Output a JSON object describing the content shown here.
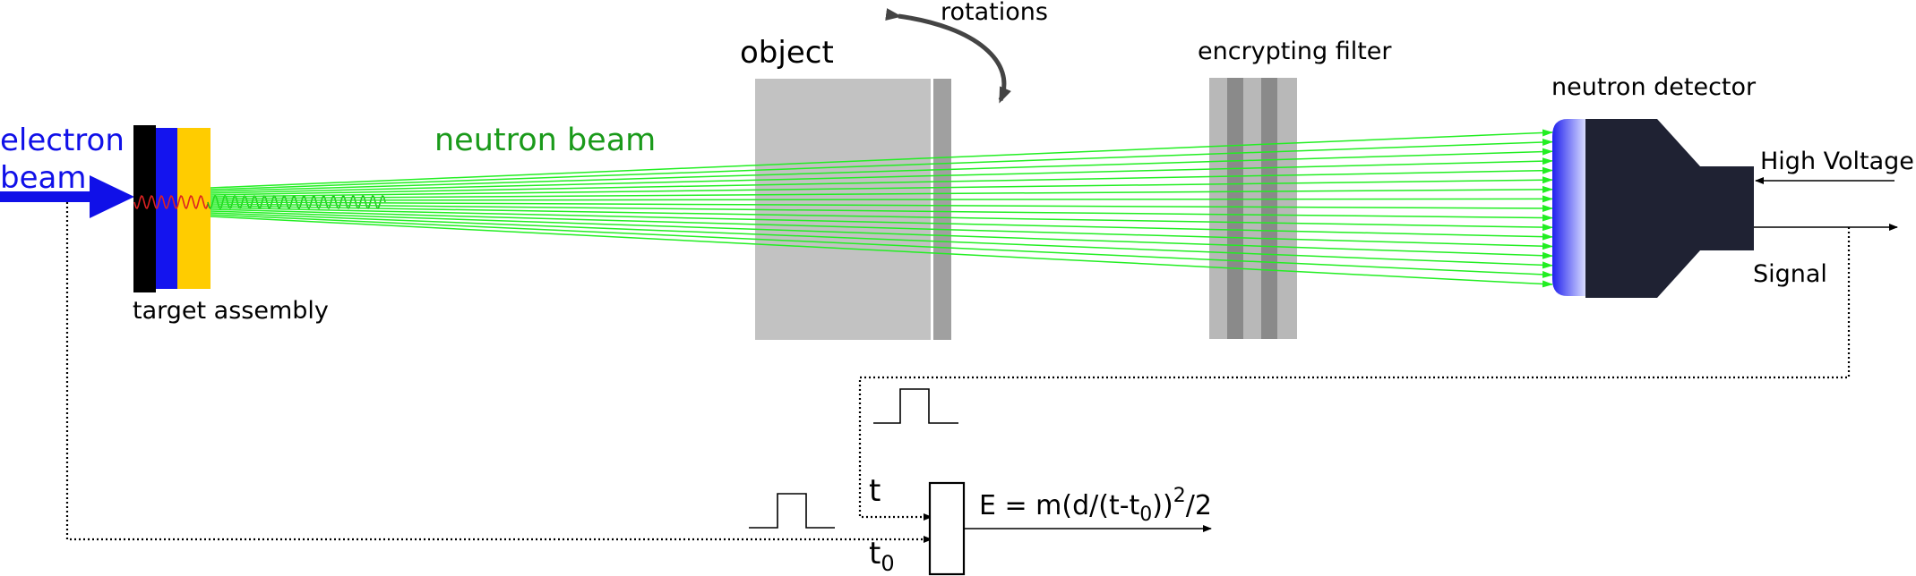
{
  "labels": {
    "electron_beam_line1": "electron",
    "electron_beam_line2": "beam",
    "target_assembly": "target assembly",
    "neutron_beam": "neutron beam",
    "object": "object",
    "rotations": "rotations",
    "encrypting_filter": "encrypting filter",
    "neutron_detector": "neutron detector",
    "high_voltage": "High Voltage",
    "signal": "Signal",
    "t": "t",
    "t0_base": "t",
    "t0_sub": "0",
    "formula_main": "E = m(d/(t-t",
    "formula_sub": "0",
    "formula_close": "))",
    "formula_sup": "2",
    "formula_tail": "/2"
  },
  "colors": {
    "electron_blue": "#1010e8",
    "neutron_label_green": "#1a9a1a",
    "ray_green": "#22ee22",
    "wave_red": "#dd2222",
    "wave_green": "#22aa22",
    "target_black": "#000000",
    "target_blue": "#1414ee",
    "target_yellow": "#ffcc00",
    "object_gray": "#c2c2c2",
    "object_plate": "#a0a0a0",
    "detector_body": "#1f2233"
  }
}
